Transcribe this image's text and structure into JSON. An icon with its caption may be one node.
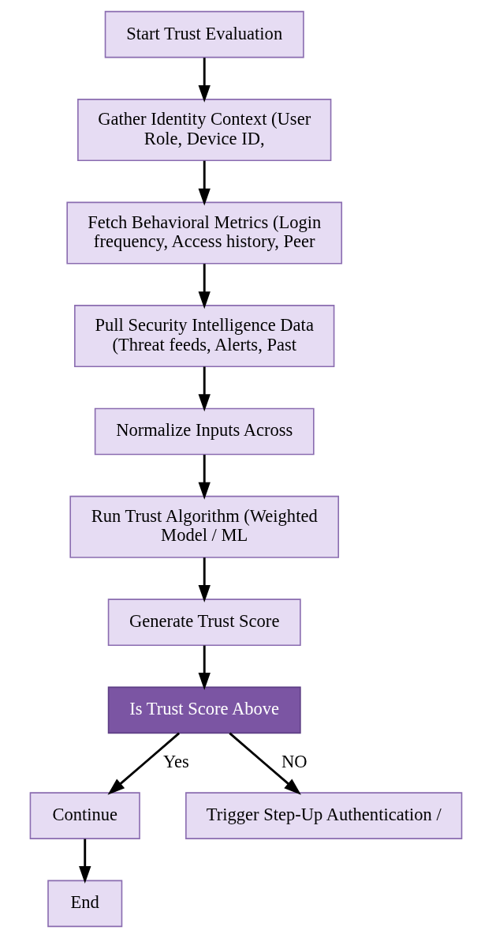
{
  "diagram": {
    "nodes": [
      {
        "text": [
          "Start Trust Evaluation"
        ]
      },
      {
        "text": [
          "Gather Identity Context (User Role, Device ID,"
        ]
      },
      {
        "text": [
          "Fetch Behavioral Metrics (Login frequency, Access history, Peer"
        ]
      },
      {
        "text": [
          "Pull Security Intelligence Data (Threat feeds, Alerts, Past"
        ]
      },
      {
        "text": [
          "Normalize Inputs Across"
        ]
      },
      {
        "text": [
          "Run Trust Algorithm (Weighted Model / ML"
        ]
      },
      {
        "text": [
          "Generate Trust Score"
        ]
      },
      {
        "text": [
          "Is Trust Score Above"
        ]
      },
      {
        "text": [
          "Continue"
        ]
      },
      {
        "text": [
          "Trigger Step-Up Authentication /"
        ]
      },
      {
        "text": [
          "End"
        ]
      }
    ],
    "edges": [
      {
        "from": 0,
        "to": 1,
        "arrow": "to"
      },
      {
        "from": 1,
        "to": 2,
        "arrow": "to"
      },
      {
        "from": 2,
        "to": 3,
        "arrow": "to"
      },
      {
        "from": 3,
        "to": 4,
        "arrow": "to"
      },
      {
        "from": 4,
        "to": 5,
        "arrow": "to"
      },
      {
        "from": 5,
        "to": 6,
        "arrow": "to"
      },
      {
        "from": 6,
        "to": 7,
        "arrow": "to"
      },
      {
        "from": 7,
        "to": 8,
        "arrow": "to",
        "label": "Yes"
      },
      {
        "from": 7,
        "to": 9,
        "arrow": "to",
        "label": "NO"
      },
      {
        "from": 8,
        "to": 10,
        "arrow": "to"
      }
    ]
  }
}
